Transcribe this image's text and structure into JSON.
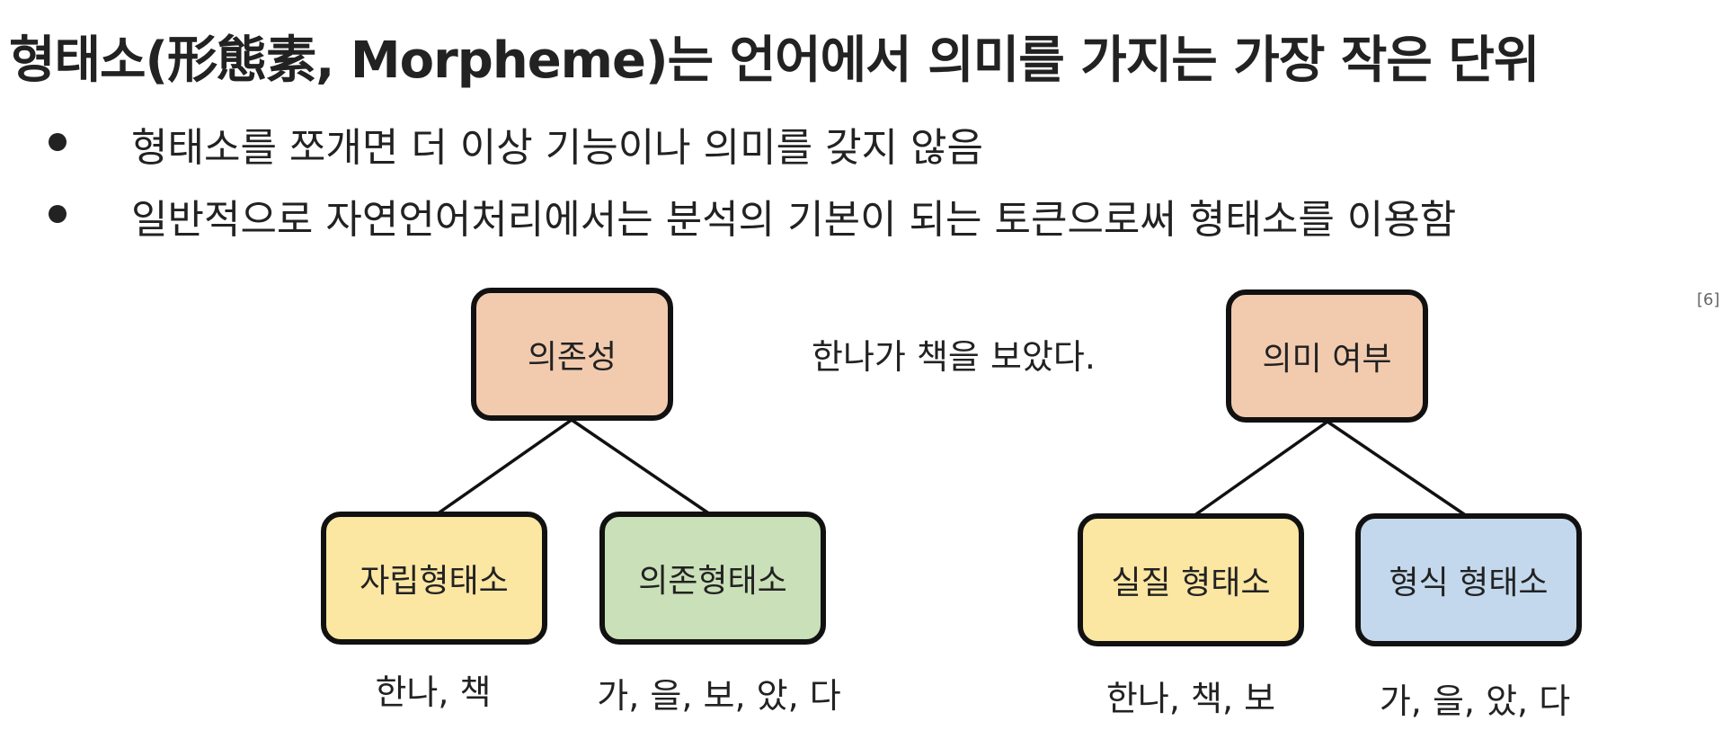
{
  "title": "형태소(形態素, Morpheme)는 언어에서 의미를 가지는 가장 작은 단위",
  "bullets": [
    "형태소를 쪼개면 더 이상 기능이나 의미를 갖지 않음",
    "일반적으로 자연언어처리에서는 분석의 기본이 되는 토큰으로써 형태소를 이용함"
  ],
  "reference": "[6]",
  "example_sentence": "한나가 책을 보았다.",
  "colors": {
    "root": "#F2CBAF",
    "free": "#FBE6A2",
    "bound": "#CAE0B8",
    "formal": "#C3D8EC",
    "border": "#111111"
  },
  "trees": [
    {
      "root": "의존성",
      "children": [
        {
          "label": "자립형태소",
          "examples": "한나, 책"
        },
        {
          "label": "의존형태소",
          "examples": "가, 을, 보, 았, 다"
        }
      ]
    },
    {
      "root": "의미 여부",
      "children": [
        {
          "label": "실질 형태소",
          "examples": "한나, 책, 보"
        },
        {
          "label": "형식 형태소",
          "examples": "가, 을, 았, 다"
        }
      ]
    }
  ]
}
